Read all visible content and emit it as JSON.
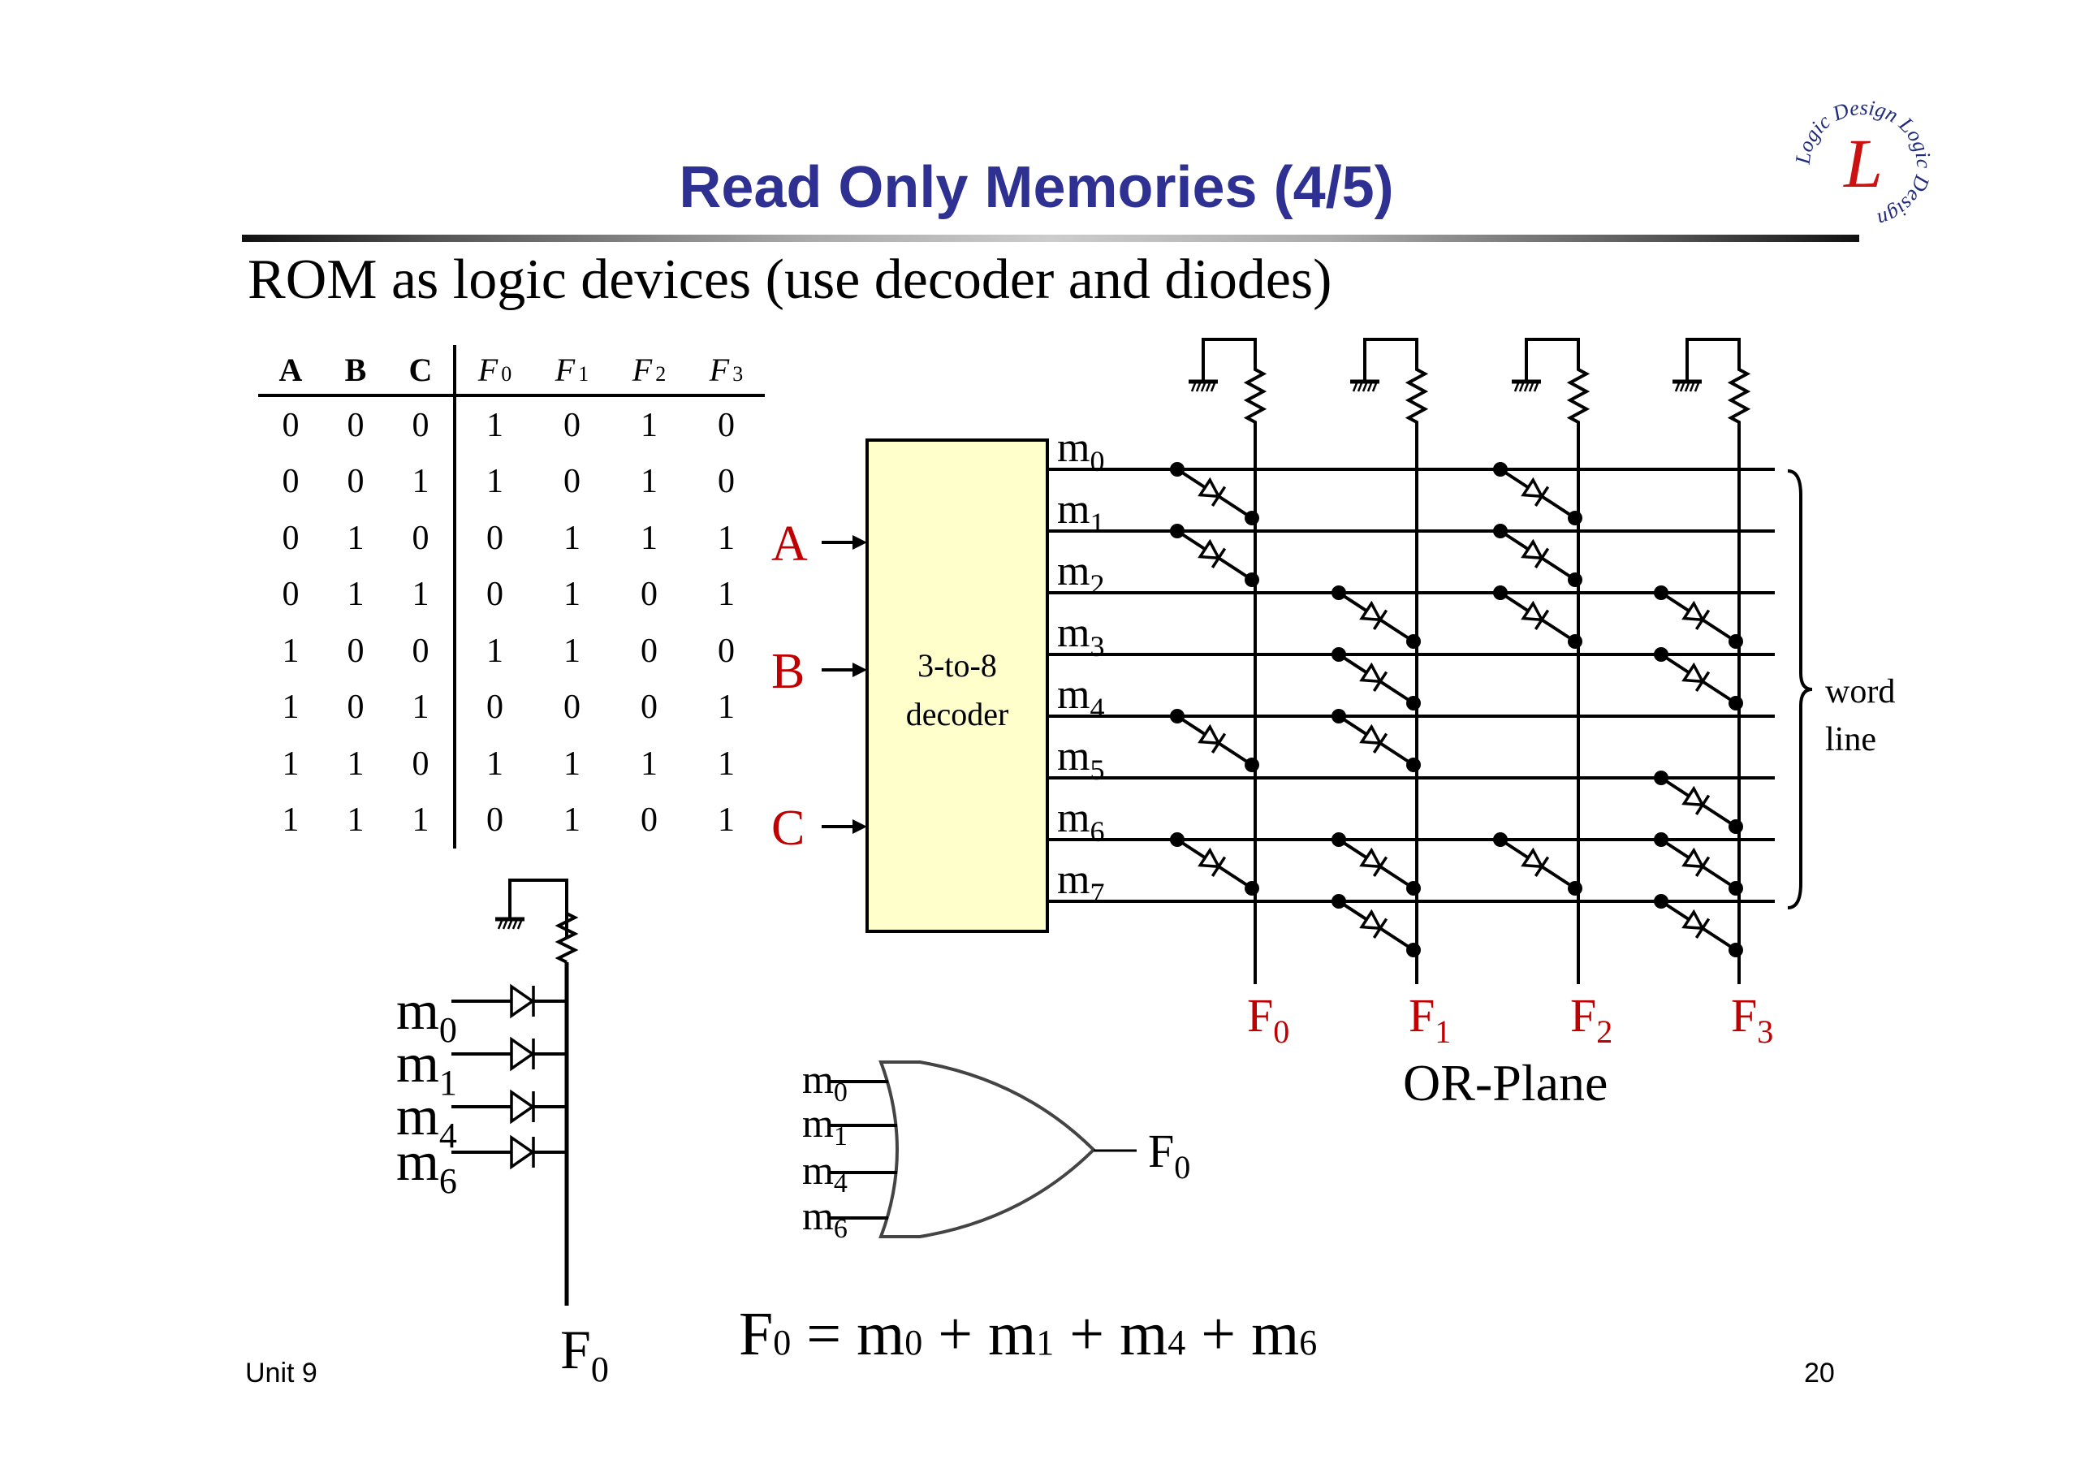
{
  "slide": {
    "title": "Read Only Memories (4/5)",
    "subtitle": "ROM as logic devices (use decoder and diodes)",
    "footer_left": "Unit 9",
    "page_number": "20",
    "logo": {
      "center_letter": "L",
      "ring_text": "Logic Design Logic Design"
    },
    "colors": {
      "title": "#2e3192",
      "accent_red": "#c00000",
      "decoder_fill": "#ffffcc",
      "text": "#000000"
    }
  },
  "truth_table": {
    "inputs": [
      "A",
      "B",
      "C"
    ],
    "outputs": [
      {
        "name": "F",
        "sub": "0"
      },
      {
        "name": "F",
        "sub": "1"
      },
      {
        "name": "F",
        "sub": "2"
      },
      {
        "name": "F",
        "sub": "3"
      }
    ],
    "rows": [
      [
        "0",
        "0",
        "0",
        "1",
        "0",
        "1",
        "0"
      ],
      [
        "0",
        "0",
        "1",
        "1",
        "0",
        "1",
        "0"
      ],
      [
        "0",
        "1",
        "0",
        "0",
        "1",
        "1",
        "1"
      ],
      [
        "0",
        "1",
        "1",
        "0",
        "1",
        "0",
        "1"
      ],
      [
        "1",
        "0",
        "0",
        "1",
        "1",
        "0",
        "0"
      ],
      [
        "1",
        "0",
        "1",
        "0",
        "0",
        "0",
        "1"
      ],
      [
        "1",
        "1",
        "0",
        "1",
        "1",
        "1",
        "1"
      ],
      [
        "1",
        "1",
        "1",
        "0",
        "1",
        "0",
        "1"
      ]
    ]
  },
  "or_plane": {
    "decoder_label_line1": "3-to-8",
    "decoder_label_line2": "decoder",
    "inputs": [
      "A",
      "B",
      "C"
    ],
    "minterms": [
      "0",
      "1",
      "2",
      "3",
      "4",
      "5",
      "6",
      "7"
    ],
    "minterm_prefix": "m",
    "output_prefix": "F",
    "outputs": [
      "0",
      "1",
      "2",
      "3"
    ],
    "diodes": {
      "F0": [
        0,
        1,
        4,
        6
      ],
      "F1": [
        2,
        3,
        4,
        6,
        7
      ],
      "F2": [
        0,
        1,
        2,
        6
      ],
      "F3": [
        2,
        3,
        5,
        6,
        7
      ]
    },
    "bracket_label_line1": "word",
    "bracket_label_line2": "line",
    "plane_label": "OR-Plane"
  },
  "diode_or_example": {
    "inputs": [
      "0",
      "1",
      "4",
      "6"
    ],
    "input_prefix": "m",
    "output": "F",
    "output_sub": "0"
  },
  "or_gate_example": {
    "inputs": [
      "0",
      "1",
      "4",
      "6"
    ],
    "input_prefix": "m",
    "output": "F",
    "output_sub": "0"
  },
  "equation": {
    "lhs": "F",
    "lhs_sub": "0",
    "equals": "=",
    "terms": [
      "0",
      "1",
      "4",
      "6"
    ],
    "term_prefix": "m",
    "plus": "+"
  }
}
